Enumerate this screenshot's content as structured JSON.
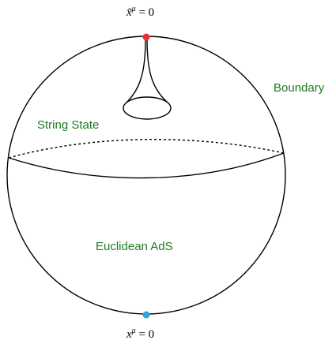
{
  "labels": {
    "top_point": {
      "var": "x̃",
      "sup": "μ",
      "rest": " = 0"
    },
    "bottom_point": {
      "var": "x",
      "sup": "μ",
      "rest": " = 0"
    },
    "boundary": "Boundary",
    "string_state": "String State",
    "euclidean_ads": "Euclidean AdS"
  },
  "colors": {
    "label_green": "#1f7a1f",
    "top_point": "#e8322a",
    "bottom_point": "#29a8e0",
    "stroke": "#000000"
  }
}
